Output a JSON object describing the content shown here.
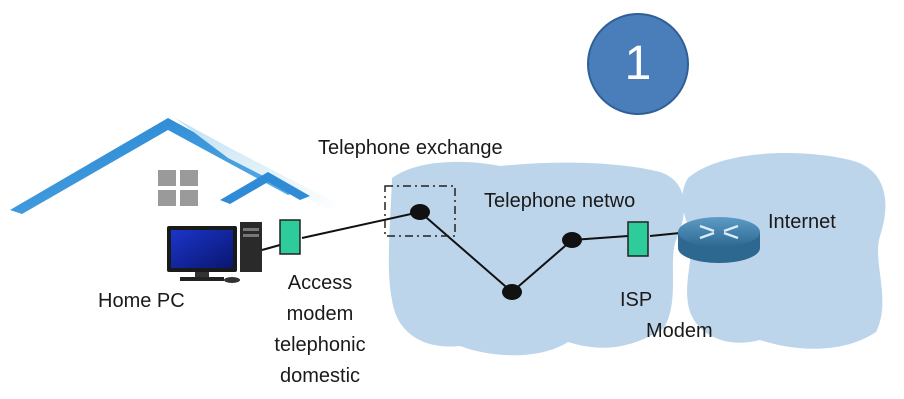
{
  "badge": {
    "number": "1"
  },
  "labels": {
    "telephone_exchange": "Telephone exchange",
    "telephone_network": "Telephone netwo",
    "internet": "Internet",
    "home_pc": "Home PC",
    "access_modem": [
      "Access",
      "modem",
      "telephonic",
      "domestic"
    ],
    "isp_modem": [
      "ISP",
      "Modem"
    ]
  },
  "colors": {
    "cloud": "#bcd5ea",
    "modem": "#2ecc9a",
    "badge": "#4a7ebb",
    "roof": "#2e86c1",
    "router": "#3f7fa8"
  },
  "icons": [
    "house-icon",
    "window-icon",
    "computer-icon",
    "modem-icon",
    "router-icon",
    "switch-node-icon"
  ]
}
